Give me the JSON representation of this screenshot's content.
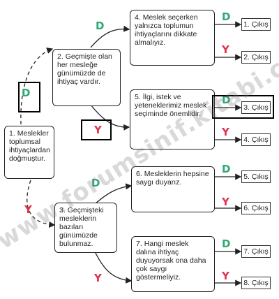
{
  "nodes": {
    "n1": {
      "num": "1.",
      "text": "Meslekler toplumsal ihtiyaçlardan doğmuştur."
    },
    "n2": {
      "num": "2.",
      "text": "Geçmişte olan her mesleğe günümüzde de ihtiyaç vardır."
    },
    "n3": {
      "num": "3.",
      "text": "Geçmişteki mesleklerin bazıları günümüzde bulunmaz."
    },
    "n4": {
      "num": "4.",
      "text": "Meslek seçerken yalnızca toplumun ihtiyaçlarını dikkate almalıyız."
    },
    "n5": {
      "num": "5.",
      "text": "İlgi, istek ve yeteneklerimiz meslek seçiminde önemlidir."
    },
    "n6": {
      "num": "6.",
      "text": "Mesleklerin hepsine saygı duyarız."
    },
    "n7": {
      "num": "7.",
      "text": "Hangi meslek dalına ihtiyaç duyuyorsak ona daha çok saygı göstermeliyiz."
    }
  },
  "exits": [
    "1. Çıkış",
    "2. Çıkış",
    "3. Çıkış",
    "4. Çıkış",
    "5. Çıkış",
    "6. Çıkış",
    "7. Çıkış",
    "8. Çıkış"
  ],
  "labels": {
    "true": "D",
    "false": "Y"
  },
  "watermark": "www.forumsinif.kitabi.com",
  "colors": {
    "true_label": "#2fa874",
    "false_label": "#e3324f",
    "line": "#222222"
  }
}
